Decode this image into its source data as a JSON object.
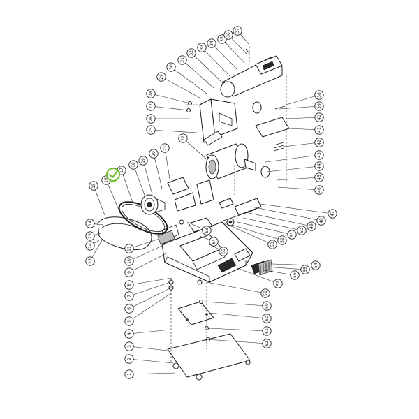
{
  "diagram": {
    "accent_color": "#6cbf2a",
    "line_color": "#1a1a1a",
    "selected_part": "17",
    "icons": {
      "selected_marker": "checkmark-icon"
    },
    "callouts": [
      {
        "id": "1"
      },
      {
        "id": "2"
      },
      {
        "id": "3"
      },
      {
        "id": "4"
      },
      {
        "id": "5"
      },
      {
        "id": "6"
      },
      {
        "id": "7"
      },
      {
        "id": "8"
      },
      {
        "id": "9"
      },
      {
        "id": "10"
      },
      {
        "id": "11"
      },
      {
        "id": "13"
      },
      {
        "id": "14"
      },
      {
        "id": "15"
      },
      {
        "id": "16"
      },
      {
        "id": "17"
      },
      {
        "id": "18"
      },
      {
        "id": "19"
      },
      {
        "id": "20"
      },
      {
        "id": "21"
      },
      {
        "id": "22"
      },
      {
        "id": "23"
      },
      {
        "id": "24"
      },
      {
        "id": "25"
      },
      {
        "id": "26"
      },
      {
        "id": "27"
      },
      {
        "id": "28"
      },
      {
        "id": "29"
      },
      {
        "id": "30"
      },
      {
        "id": "31"
      },
      {
        "id": "32"
      },
      {
        "id": "33"
      },
      {
        "id": "34"
      },
      {
        "id": "35"
      },
      {
        "id": "36"
      },
      {
        "id": "37"
      },
      {
        "id": "38"
      },
      {
        "id": "39"
      },
      {
        "id": "40"
      },
      {
        "id": "41"
      },
      {
        "id": "42"
      },
      {
        "id": "43"
      },
      {
        "id": "44"
      },
      {
        "id": "45"
      },
      {
        "id": "46"
      },
      {
        "id": "47"
      },
      {
        "id": "48"
      },
      {
        "id": "49"
      },
      {
        "id": "50"
      },
      {
        "id": "51"
      },
      {
        "id": "52"
      },
      {
        "id": "53"
      },
      {
        "id": "54"
      },
      {
        "id": "55"
      },
      {
        "id": "56"
      },
      {
        "id": "57"
      },
      {
        "id": "58"
      },
      {
        "id": "59"
      },
      {
        "id": "60"
      },
      {
        "id": "61"
      },
      {
        "id": "62"
      },
      {
        "id": "63"
      },
      {
        "id": "64"
      },
      {
        "id": "65"
      }
    ]
  }
}
